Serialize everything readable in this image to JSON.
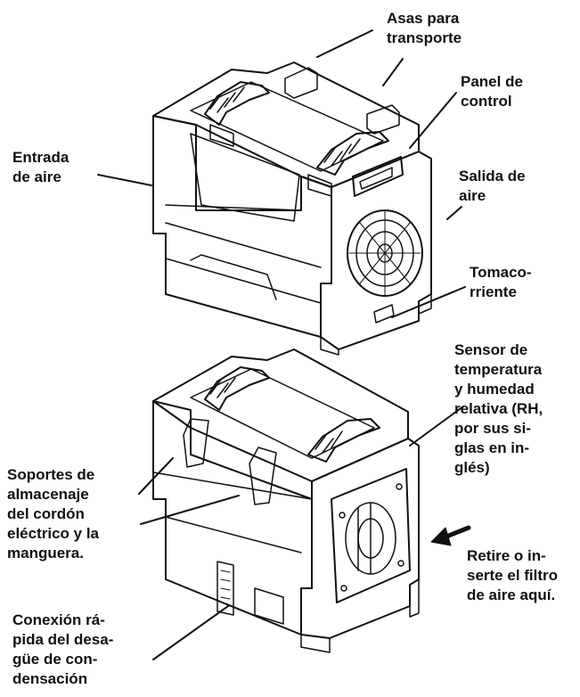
{
  "labels": {
    "handles": "Asas para\ntransporte",
    "control_panel": "Panel de\ncontrol",
    "air_inlet": "Entrada\nde aire",
    "air_outlet": "Salida   de\naire",
    "outlet": "Tomaco-\nrriente",
    "sensor": "Sensor de\ntemperatura\ny humedad\nrelativa (RH,\npor sus si-\nglas en in-\nglés)",
    "cord_storage": "Soportes de\nalmacenaje\ndel cordón\neléctrico y la\nmanguera.",
    "filter": "Retire o in-\nserte el filtro\nde aire aquí.",
    "drain": "Conexión rá-\npida del desa-\ngüe de con-\ndensación"
  },
  "colors": {
    "line": "#111111",
    "background": "#ffffff",
    "fill": "#ffffff"
  }
}
